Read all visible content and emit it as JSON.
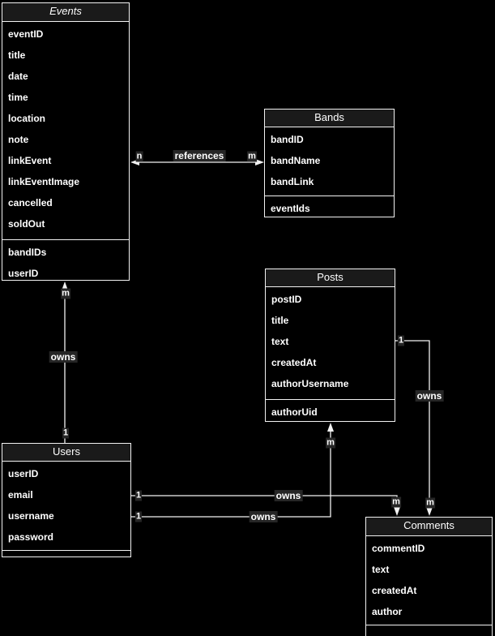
{
  "diagram": {
    "entities": {
      "events": {
        "title": "Events",
        "fields": [
          "eventID",
          "title",
          "date",
          "time",
          "location",
          "note",
          "linkEvent",
          "linkEventImage",
          "cancelled",
          "soldOut"
        ],
        "key_fields": [
          "bandIDs",
          "userID"
        ]
      },
      "bands": {
        "title": "Bands",
        "fields": [
          "bandID",
          "bandName",
          "bandLink"
        ],
        "key_fields": [
          "eventIds"
        ]
      },
      "posts": {
        "title": "Posts",
        "fields": [
          "postID",
          "title",
          "text",
          "createdAt",
          "authorUsername"
        ],
        "key_fields": [
          "authorUid"
        ]
      },
      "users": {
        "title": "Users",
        "fields": [
          "userID",
          "email",
          "username",
          "password"
        ],
        "key_fields": []
      },
      "comments": {
        "title": "Comments",
        "fields": [
          "commentID",
          "text",
          "createdAt",
          "author"
        ],
        "key_fields": []
      }
    },
    "relations": {
      "events_bands": {
        "label": "references",
        "source_cardinality": "n",
        "target_cardinality": "m"
      },
      "users_events": {
        "label": "owns",
        "source_cardinality": "1",
        "target_cardinality": "m"
      },
      "users_posts": {
        "label": "owns",
        "source_cardinality": "1",
        "target_cardinality": "m"
      },
      "users_comments": {
        "label": "owns",
        "source_cardinality": "1",
        "target_cardinality": "m"
      },
      "posts_comments": {
        "label": "owns",
        "source_cardinality": "1",
        "target_cardinality": "m"
      }
    },
    "colors": {
      "background": "#000000",
      "entity_header_bg": "#1a1a1a",
      "entity_body_bg": "#000000",
      "border": "#f2f2f2",
      "text": "#ffffff",
      "connector": "#f2f2f2"
    }
  }
}
